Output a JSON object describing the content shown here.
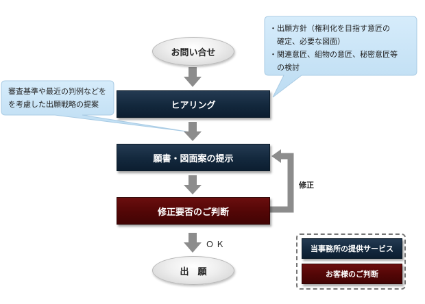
{
  "flow": {
    "start": "お問い合せ",
    "hearing": "ヒアリング",
    "proposal": "願書・図面案の提示",
    "judgement": "修正要否のご判断",
    "ok_label": "ＯＫ",
    "end": "出　願",
    "loop_label": "修正"
  },
  "callouts": {
    "right_lines": [
      "・出願方針（権利化を目指す意匠の",
      "　確定、必要な図面）",
      "・関連意匠、組物の意匠、秘密意匠等",
      "　の検討"
    ],
    "left_lines": [
      "審査基準や最近の判例などを",
      "を考慮した出願戦略の提案"
    ]
  },
  "legend": {
    "service": "当事務所の提供サービス",
    "client": "お客様のご判断"
  },
  "colors": {
    "navy": "#13283d",
    "maroon": "#520606",
    "callout": "#c6e2f5",
    "arrow": "#8c8c8c"
  }
}
